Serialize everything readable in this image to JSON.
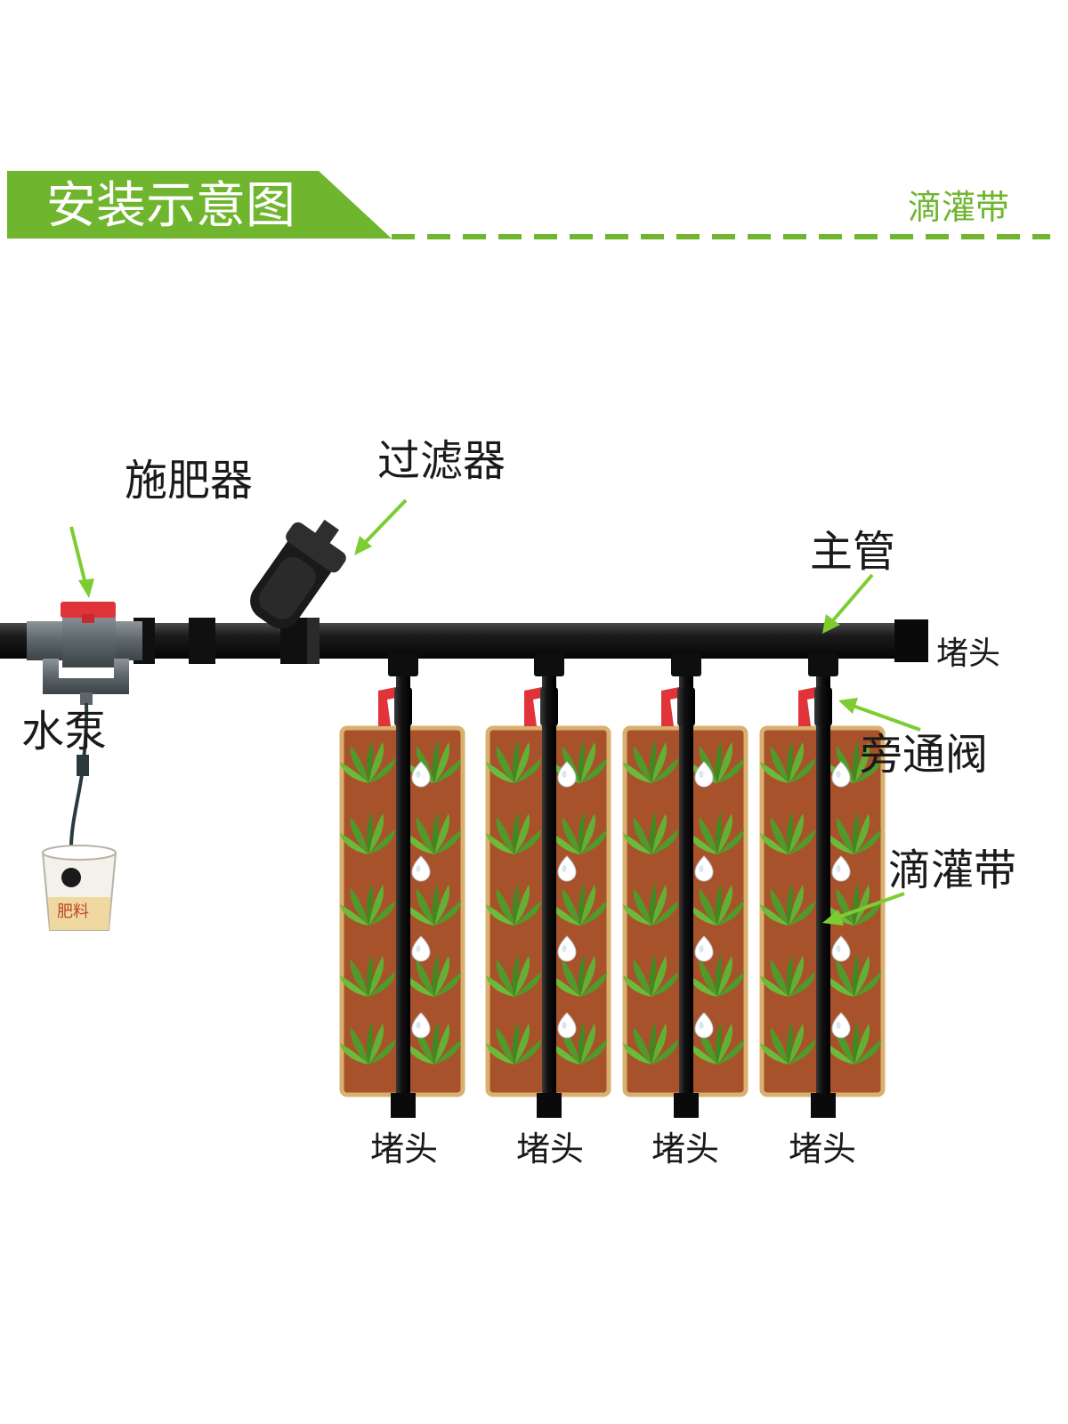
{
  "header": {
    "title": "安装示意图",
    "right_label": "滴灌带",
    "color_banner": "#6fb52e",
    "color_dash": "#6fb52e"
  },
  "labels": {
    "fertilizer_injector": "施肥器",
    "filter": "过滤器",
    "main_pipe": "主管",
    "end_cap_main": "堵头",
    "water_pump": "水泵",
    "bypass_valve": "旁通阀",
    "drip_tape": "滴灌带",
    "end_cap_branch": "堵头",
    "bucket_label": "肥料"
  },
  "colors": {
    "pipe": "#161616",
    "valve_handle": "#e0343a",
    "soil": "#a8522c",
    "soil_border": "#d9b06e",
    "plant": "#4f9a2a",
    "arrow": "#7ccc32"
  },
  "icons": [
    "valve-icon",
    "filter-icon",
    "bucket-icon",
    "plant-icon",
    "dripper-icon",
    "arrow-icon"
  ]
}
